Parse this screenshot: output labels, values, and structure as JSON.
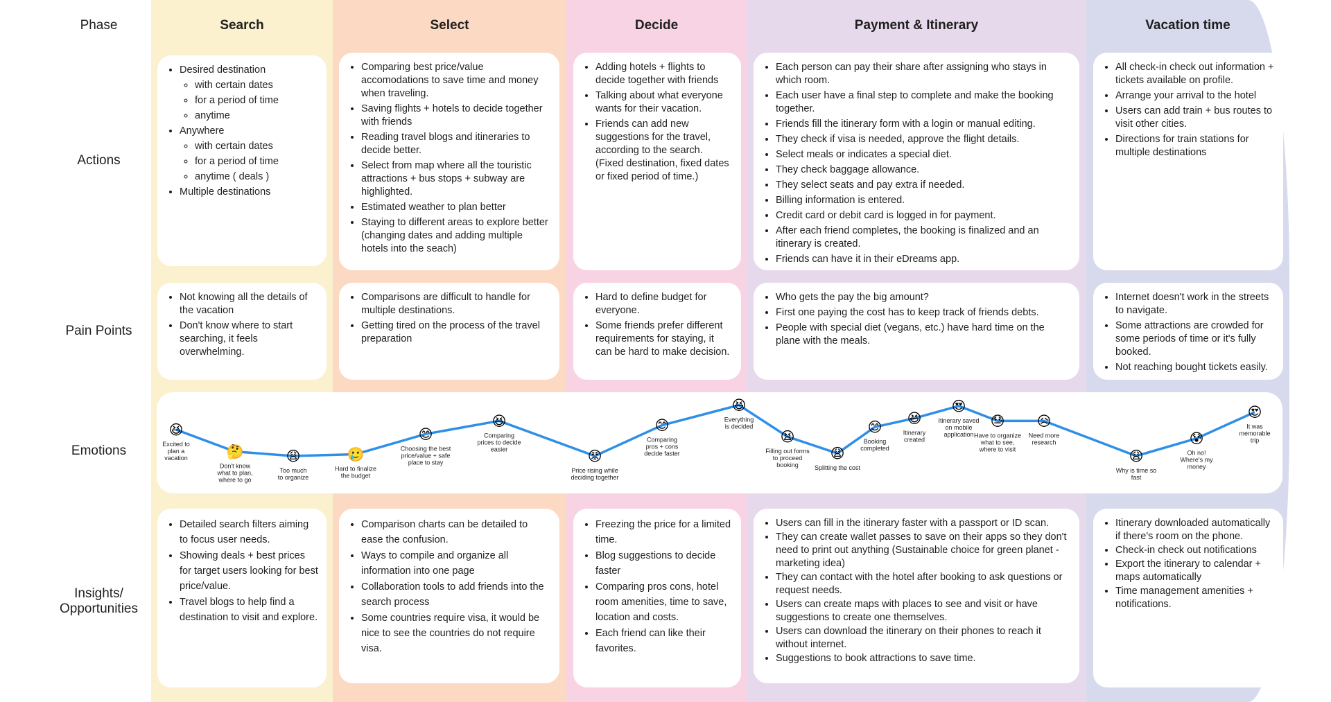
{
  "labels": {
    "phase": "Phase",
    "actions": "Actions",
    "pain_points": "Pain Points",
    "emotions": "Emotions",
    "insights_line1": "Insights/",
    "insights_line2": "Opportunities"
  },
  "colors": {
    "search": "#fbf1cf",
    "select": "#fbd9c3",
    "decide": "#f7d3e3",
    "payment": "#e7d9ec",
    "vacation": "#d7daed",
    "emotion_line": "#2f8fe8"
  },
  "phases": [
    {
      "title": "Search",
      "actions": [
        {
          "text": "Desired destination",
          "sub": [
            "with certain dates",
            "for a period of time",
            "anytime"
          ]
        },
        {
          "text": "Anywhere",
          "sub": [
            "with certain dates",
            "for a period of time",
            "anytime ( deals )"
          ]
        },
        {
          "text": "Multiple destinations"
        }
      ],
      "pain_points": [
        "Not knowing all the details of the vacation",
        "Don't know where to start searching, it feels overwhelming."
      ],
      "insights": [
        "Detailed search filters aiming to focus user needs.",
        "Showing deals + best prices for target users looking for best price/value.",
        "Travel blogs to help find a destination to visit and explore."
      ]
    },
    {
      "title": "Select",
      "actions": [
        {
          "text": "Comparing best price/value accomodations to save time and money when traveling."
        },
        {
          "text": "Saving flights + hotels to decide together with friends"
        },
        {
          "text": "Reading travel blogs and itineraries to decide better."
        },
        {
          "text": "Select from map where all the touristic attractions + bus stops + subway are highlighted."
        },
        {
          "text": "Estimated weather to plan better"
        },
        {
          "text": "Staying to different areas to explore better (changing dates and adding multiple hotels into the seach)"
        }
      ],
      "pain_points": [
        "Comparisons are difficult to handle for multiple destinations.",
        "Getting tired on the process of the travel preparation"
      ],
      "insights": [
        "Comparison charts can be detailed to ease the confusion.",
        "Ways to compile and organize all information into one page",
        "Collaboration tools to add friends into the search process",
        "Some countries require visa, it would be nice to see the countries do not require visa."
      ]
    },
    {
      "title": "Decide",
      "actions": [
        {
          "text": "Adding hotels + flights to decide together with friends"
        },
        {
          "text": "Talking about what everyone wants for their vacation."
        },
        {
          "text": "Friends can add new suggestions for the travel, according to the search. (Fixed destination, fixed dates or fixed period of time.)"
        }
      ],
      "pain_points": [
        "Hard to define budget for everyone.",
        "Some friends prefer different requirements for staying, it can be hard to make decision."
      ],
      "insights": [
        "Freezing the price for a limited time.",
        "Blog suggestions to decide faster",
        "Comparing pros cons, hotel room amenities, time to save, location and costs.",
        "Each friend can like their favorites."
      ]
    },
    {
      "title": "Payment & Itinerary",
      "actions": [
        {
          "text": "Each person can pay their share after assigning who stays in which room."
        },
        {
          "text": "Each user have a final step to complete and make the booking together."
        },
        {
          "text": "Friends fill the itinerary form with a login or manual editing."
        },
        {
          "text": "They check if visa is needed, approve the flight details."
        },
        {
          "text": "Select meals or indicates a special diet."
        },
        {
          "text": "They check baggage allowance."
        },
        {
          "text": "They select seats and pay extra if needed."
        },
        {
          "text": "Billing information is entered."
        },
        {
          "text": "Credit card or debit card is logged in for payment."
        },
        {
          "text": "After each friend completes, the booking is finalized and an itinerary is created."
        },
        {
          "text": "Friends can have it in their eDreams app."
        }
      ],
      "pain_points": [
        "Who gets the pay the big amount?",
        "First one paying the cost has to keep track of friends debts.",
        "People with special diet (vegans, etc.) have hard time on the plane with the meals."
      ],
      "insights": [
        "Users can fill in the itinerary faster with a passport or ID scan.",
        "They can create wallet passes to save on their apps so they don't need to print out anything (Sustainable choice for green planet - marketing idea)",
        "They can contact with the hotel after booking to ask questions or request needs.",
        "Users can create maps with places to see and visit or have suggestions to create one themselves.",
        "Users can download the itinerary on their phones to reach it without internet.",
        "Suggestions to book attractions to save time."
      ]
    },
    {
      "title": "Vacation time",
      "actions": [
        {
          "text": "All check-in check out information + tickets available on profile."
        },
        {
          "text": "Arrange your arrival to the hotel"
        },
        {
          "text": "Users can add train + bus routes to visit other cities."
        },
        {
          "text": "Directions for train stations for multiple destinations"
        }
      ],
      "pain_points": [
        "Internet doesn't work in the streets to navigate.",
        "Some attractions are crowded for some periods of time or it's fully booked.",
        "Not reaching bought tickets easily."
      ],
      "insights": [
        "Itinerary downloaded automatically if there's room on the phone.",
        "Check-in check out notifications",
        "Export the itinerary to calendar + maps automatically",
        "Time management amenities + notifications."
      ]
    }
  ],
  "emotions": [
    {
      "lines": [
        "Excited to",
        "plan a",
        "vacation"
      ],
      "level": 0.7,
      "emoji": "😆",
      "pos": "below"
    },
    {
      "lines": [
        "Don't know",
        "what to plan,",
        "where to go"
      ],
      "level": 0.45,
      "emoji": "🤔",
      "pos": "below"
    },
    {
      "lines": [
        "Too much",
        "to organize"
      ],
      "level": 0.4,
      "emoji": "😩",
      "pos": "below"
    },
    {
      "lines": [
        "Hard to finalize",
        "the budget"
      ],
      "level": 0.42,
      "emoji": "🥲",
      "pos": "below"
    },
    {
      "lines": [
        "Choosing the best",
        "price/value + safe",
        "place to stay"
      ],
      "level": 0.65,
      "emoji": "😊",
      "pos": "below"
    },
    {
      "lines": [
        "Comparing",
        "prices to decide",
        "easier"
      ],
      "level": 0.8,
      "emoji": "😆",
      "pos": "below"
    },
    {
      "lines": [
        "Price rising while",
        "deciding together"
      ],
      "level": 0.4,
      "emoji": "😡",
      "pos": "below"
    },
    {
      "lines": [
        "Comparing",
        "pros + cons",
        "decide faster"
      ],
      "level": 0.75,
      "emoji": "😊",
      "pos": "below"
    },
    {
      "lines": [
        "Everything",
        "is decided"
      ],
      "level": 0.98,
      "emoji": "😆",
      "pos": "below"
    },
    {
      "lines": [
        "Filling out forms",
        "to proceed",
        "booking"
      ],
      "level": 0.62,
      "emoji": "😫",
      "pos": "below"
    },
    {
      "lines": [
        "Splitting the cost"
      ],
      "level": 0.43,
      "emoji": "😩",
      "pos": "below"
    },
    {
      "lines": [
        "Booking",
        "completed"
      ],
      "level": 0.73,
      "emoji": "😊",
      "pos": "below"
    },
    {
      "lines": [
        "Itinerary",
        "created"
      ],
      "level": 0.83,
      "emoji": "😆",
      "pos": "below"
    },
    {
      "lines": [
        "Itinerary saved",
        "on mobile",
        "application"
      ],
      "level": 0.97,
      "emoji": "😍",
      "pos": "below"
    },
    {
      "lines": [
        "Have to organize",
        "what to see,",
        "where to visit"
      ],
      "level": 0.8,
      "emoji": "😓",
      "pos": "below"
    },
    {
      "lines": [
        "Need more",
        "research"
      ],
      "level": 0.8,
      "emoji": "😥",
      "pos": "below"
    },
    {
      "lines": [
        "Why is time so",
        "fast"
      ],
      "level": 0.4,
      "emoji": "😩",
      "pos": "below"
    },
    {
      "lines": [
        "Oh no!",
        "Where's my",
        "money"
      ],
      "level": 0.6,
      "emoji": "😰",
      "pos": "below"
    },
    {
      "lines": [
        "It was",
        "memorable",
        "trip"
      ],
      "level": 0.9,
      "emoji": "😍",
      "pos": "below"
    }
  ]
}
